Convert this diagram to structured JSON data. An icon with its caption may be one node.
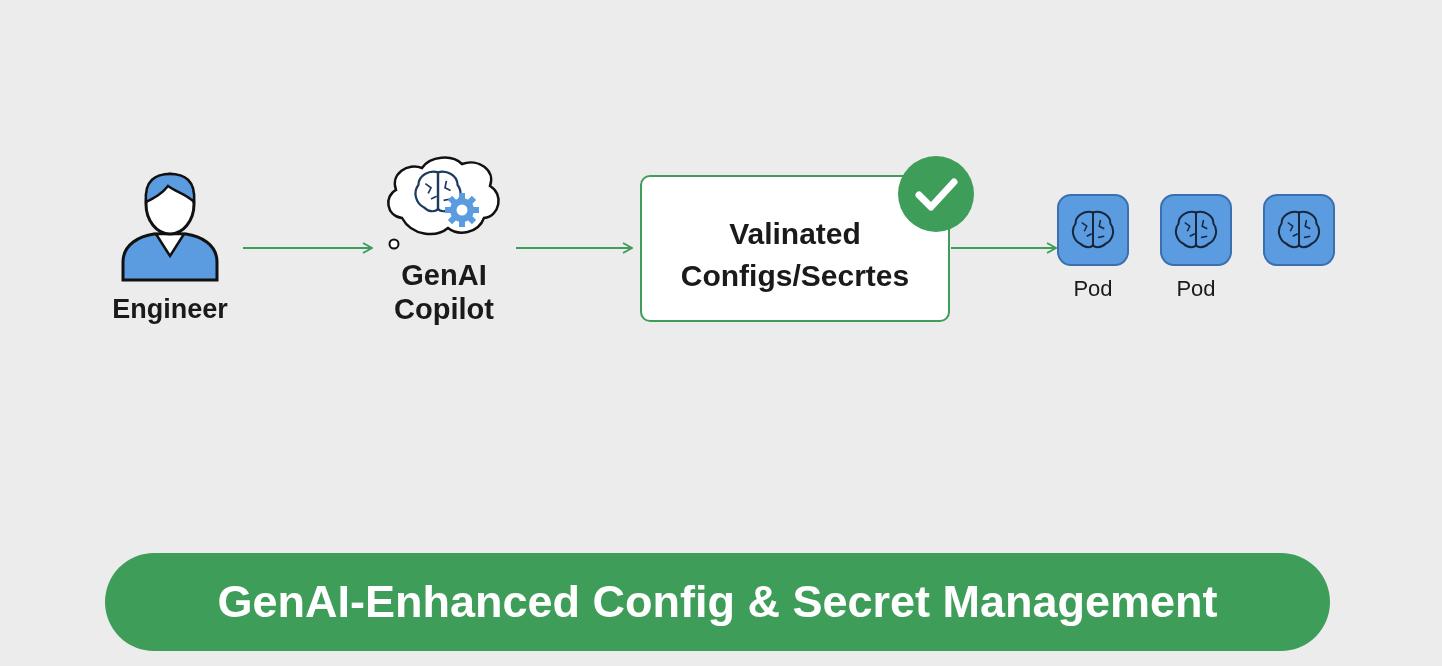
{
  "diagram": {
    "title": "GenAI-Enhanced Config & Secret Management",
    "nodes": [
      {
        "text": [
          "Engineer"
        ]
      },
      {
        "text": [
          "GenAI Copilot"
        ]
      },
      {
        "text": [
          "Valinated Configs/Secrtes"
        ]
      },
      {
        "text": [
          "Pod"
        ]
      },
      {
        "text": [
          "Pod"
        ]
      },
      {
        "text": [],
        "shape": "box"
      }
    ],
    "edges": [
      {
        "from": 0,
        "to": 1,
        "arrow": "to"
      },
      {
        "from": 1,
        "to": 2,
        "arrow": "to"
      },
      {
        "from": 2,
        "to": 3,
        "arrow": "to"
      }
    ]
  }
}
